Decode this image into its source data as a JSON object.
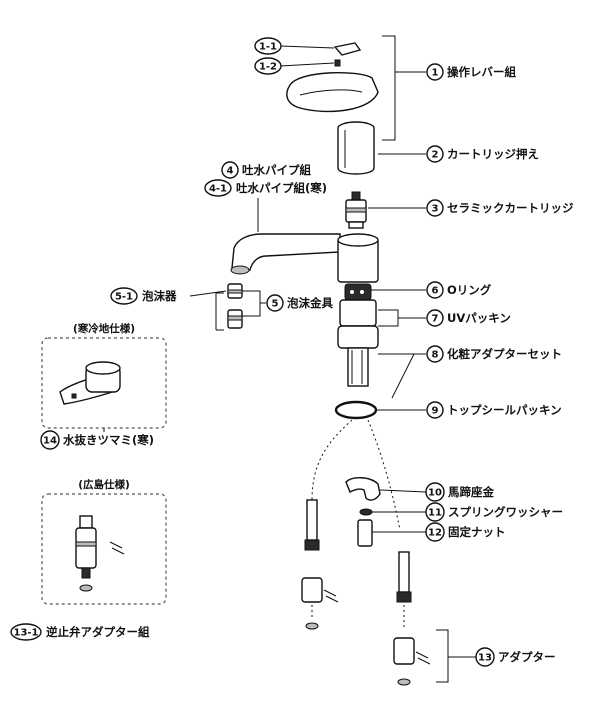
{
  "parts": [
    {
      "id": "p1",
      "num": "1",
      "label": "操作レバー組",
      "kind": "circle"
    },
    {
      "id": "p1_1",
      "num": "1-1",
      "label": "",
      "kind": "oval"
    },
    {
      "id": "p1_2",
      "num": "1-2",
      "label": "",
      "kind": "oval"
    },
    {
      "id": "p2",
      "num": "2",
      "label": "カートリッジ押え",
      "kind": "circle"
    },
    {
      "id": "p3",
      "num": "3",
      "label": "セラミックカートリッジ",
      "kind": "circle"
    },
    {
      "id": "p4",
      "num": "4",
      "label": "吐水パイプ組",
      "kind": "circle"
    },
    {
      "id": "p4_1",
      "num": "4-1",
      "label": "吐水パイプ組(寒)",
      "kind": "oval"
    },
    {
      "id": "p5",
      "num": "5",
      "label": "泡沫金具",
      "kind": "circle"
    },
    {
      "id": "p5_1",
      "num": "5-1",
      "label": "泡沫器",
      "kind": "oval"
    },
    {
      "id": "p6",
      "num": "6",
      "label": "Oリング",
      "kind": "circle"
    },
    {
      "id": "p7",
      "num": "7",
      "label": "UVパッキン",
      "kind": "circle"
    },
    {
      "id": "p8",
      "num": "8",
      "label": "化粧アダプターセット",
      "kind": "circle"
    },
    {
      "id": "p9",
      "num": "9",
      "label": "トップシールパッキン",
      "kind": "circle"
    },
    {
      "id": "p10",
      "num": "10",
      "label": "馬蹄座金",
      "kind": "circle"
    },
    {
      "id": "p11",
      "num": "11",
      "label": "スプリングワッシャー",
      "kind": "circle"
    },
    {
      "id": "p12",
      "num": "12",
      "label": "固定ナット",
      "kind": "circle"
    },
    {
      "id": "p13",
      "num": "13",
      "label": "アダプター",
      "kind": "circle"
    },
    {
      "id": "p13_1",
      "num": "13-1",
      "label": "逆止弁アダプター組",
      "kind": "oval"
    },
    {
      "id": "p14",
      "num": "14",
      "label": "水抜きツマミ(寒)",
      "kind": "circle"
    }
  ],
  "insets": [
    {
      "id": "cold",
      "title": "(寒冷地仕様)"
    },
    {
      "id": "hiroshima",
      "title": "(広島仕様)"
    }
  ]
}
